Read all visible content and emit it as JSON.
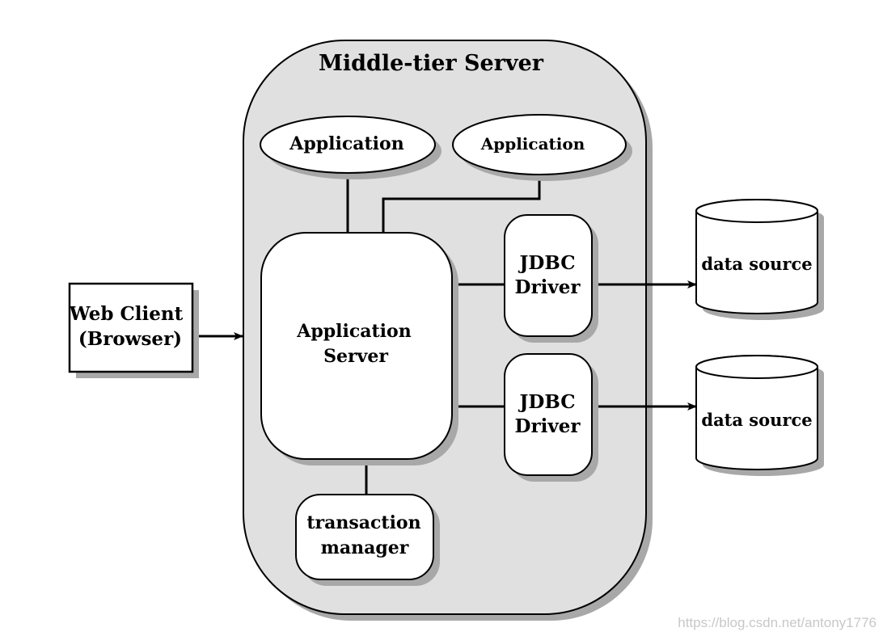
{
  "diagram": {
    "title": "Middle-tier Server",
    "web_client": {
      "line1": "Web Client",
      "line2": "(Browser)"
    },
    "applications": [
      {
        "label": "Application"
      },
      {
        "label": "Application"
      }
    ],
    "app_server": {
      "line1": "Application",
      "line2": "Server"
    },
    "jdbc_drivers": [
      {
        "line1": "JDBC",
        "line2": "Driver"
      },
      {
        "line1": "JDBC",
        "line2": "Driver"
      }
    ],
    "data_sources": [
      {
        "label": "data source"
      },
      {
        "label": "data source"
      }
    ],
    "transaction_manager": {
      "line1": "transaction",
      "line2": "manager"
    }
  },
  "watermark": "https://blog.csdn.net/antony1776",
  "colors": {
    "container_fill": "#e0e0e0",
    "shadow": "#a8a8a8",
    "node_fill": "#ffffff",
    "stroke": "#000000"
  }
}
